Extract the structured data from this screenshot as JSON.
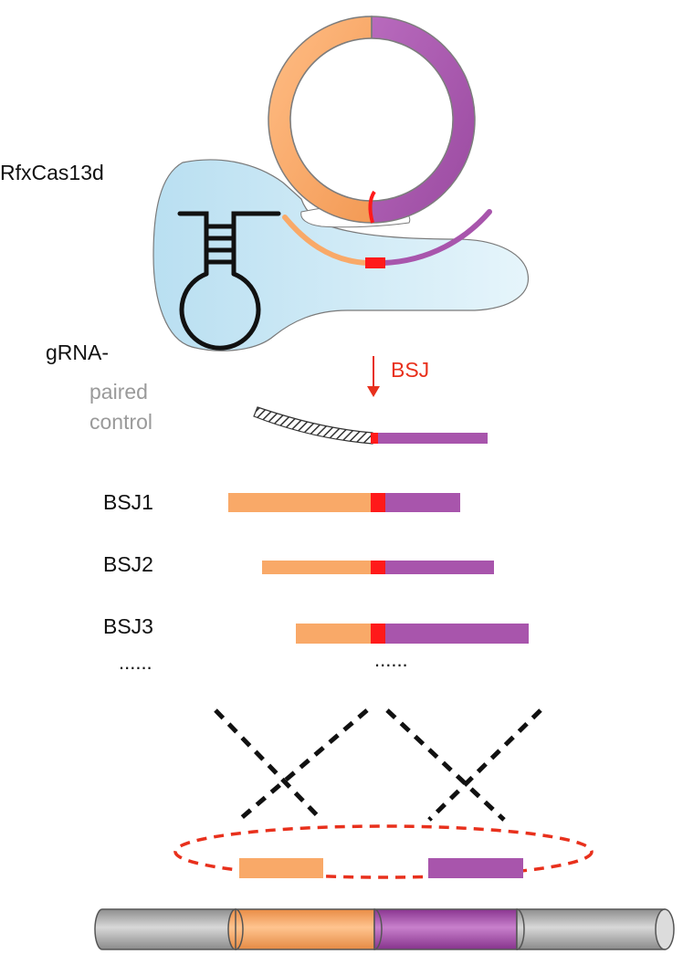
{
  "labels": {
    "protein": "RfxCas13d",
    "grna": "gRNA-",
    "paired_line1": "paired",
    "paired_line2": "control",
    "bsj_marker": "BSJ",
    "bsj1": "BSJ1",
    "bsj2": "BSJ2",
    "bsj3": "BSJ3",
    "ellipsis_left": "......",
    "ellipsis_right": "......"
  },
  "colors": {
    "orange": "#f9a968",
    "purple": "#a855ac",
    "junction_red": "#ff1a1a",
    "cas13_body": "#cfe9f5",
    "grey_tube": "#b9b9b9",
    "text_red": "#e8301c",
    "text_grey": "#9a9a9a"
  }
}
